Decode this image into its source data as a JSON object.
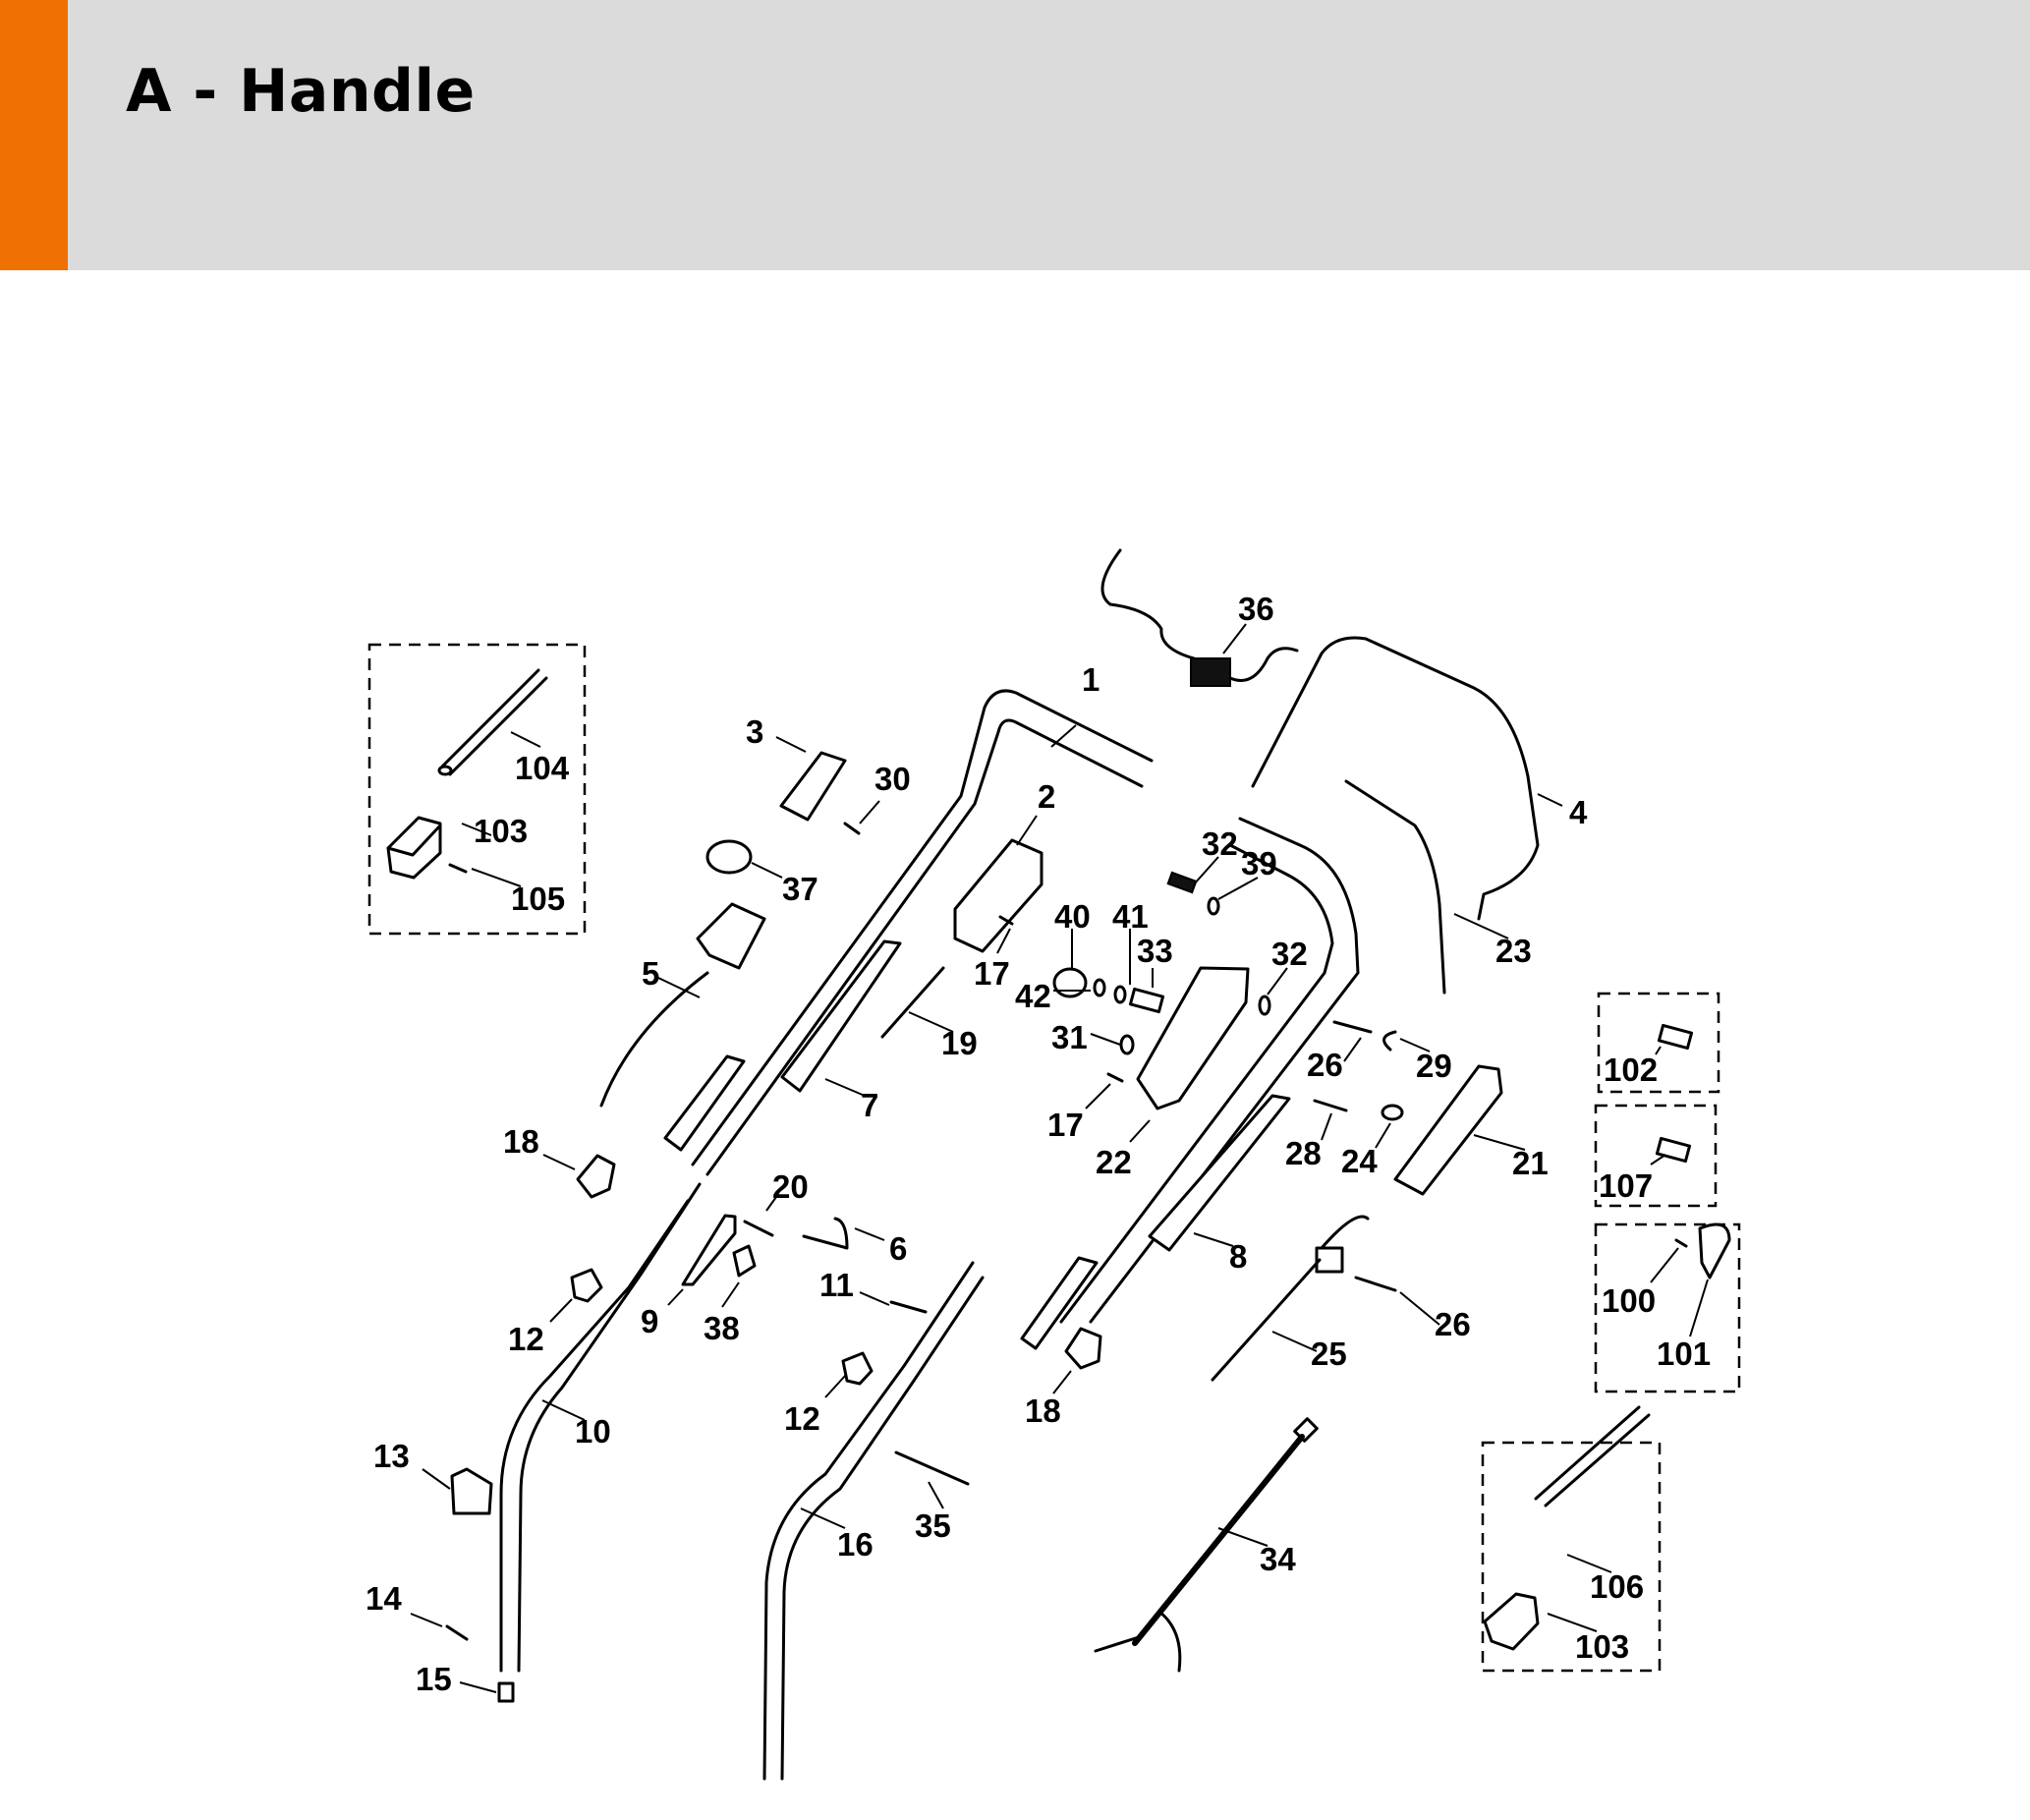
{
  "header": {
    "title": "A - Handle",
    "accent_color": "#ef7103",
    "background_color": "#dadbda"
  },
  "diagram": {
    "labels": {
      "p1": "1",
      "p2": "2",
      "p3": "3",
      "p4": "4",
      "p5": "5",
      "p6": "6",
      "p7": "7",
      "p8": "8",
      "p9": "9",
      "p10": "10",
      "p11": "11",
      "p12a": "12",
      "p12b": "12",
      "p13": "13",
      "p14": "14",
      "p15": "15",
      "p16": "16",
      "p17a": "17",
      "p17b": "17",
      "p18a": "18",
      "p18b": "18",
      "p19": "19",
      "p20": "20",
      "p21": "21",
      "p22": "22",
      "p23": "23",
      "p24": "24",
      "p25": "25",
      "p26a": "26",
      "p26b": "26",
      "p28": "28",
      "p29": "29",
      "p30": "30",
      "p31": "31",
      "p32a": "32",
      "p32b": "32",
      "p33": "33",
      "p34": "34",
      "p35": "35",
      "p36": "36",
      "p37": "37",
      "p38": "38",
      "p39": "39",
      "p40": "40",
      "p41": "41",
      "p42": "42",
      "p100": "100",
      "p101": "101",
      "p102": "102",
      "p103a": "103",
      "p103b": "103",
      "p104": "104",
      "p105": "105",
      "p106": "106",
      "p107": "107"
    },
    "option_boxes": [
      {
        "parts": [
          "104",
          "103",
          "105"
        ]
      },
      {
        "parts": [
          "102"
        ]
      },
      {
        "parts": [
          "107"
        ]
      },
      {
        "parts": [
          "100",
          "101"
        ]
      },
      {
        "parts": [
          "106",
          "103"
        ]
      }
    ]
  }
}
